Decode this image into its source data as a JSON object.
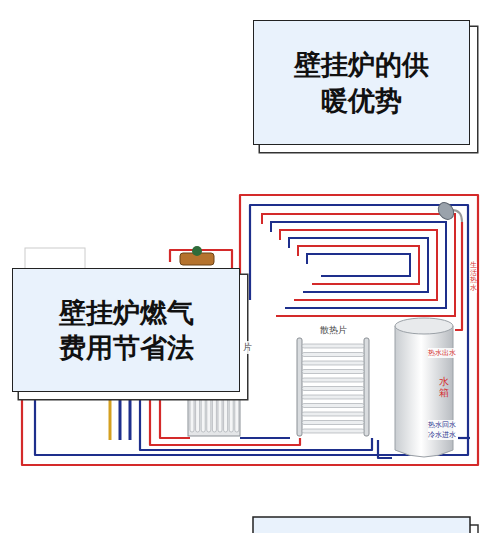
{
  "diagram": {
    "nodes": [
      {
        "text": [
          "壁挂炉的供暖优势"
        ]
      },
      {
        "text": [
          "壁挂炉燃气费用节省法"
        ]
      },
      {
        "text": [
          "散热片"
        ]
      },
      {
        "text": [
          "水箱"
        ]
      }
    ],
    "labels": [
      "片",
      "热水出水",
      "热水回水",
      "冷水进水",
      "生活热水"
    ]
  }
}
